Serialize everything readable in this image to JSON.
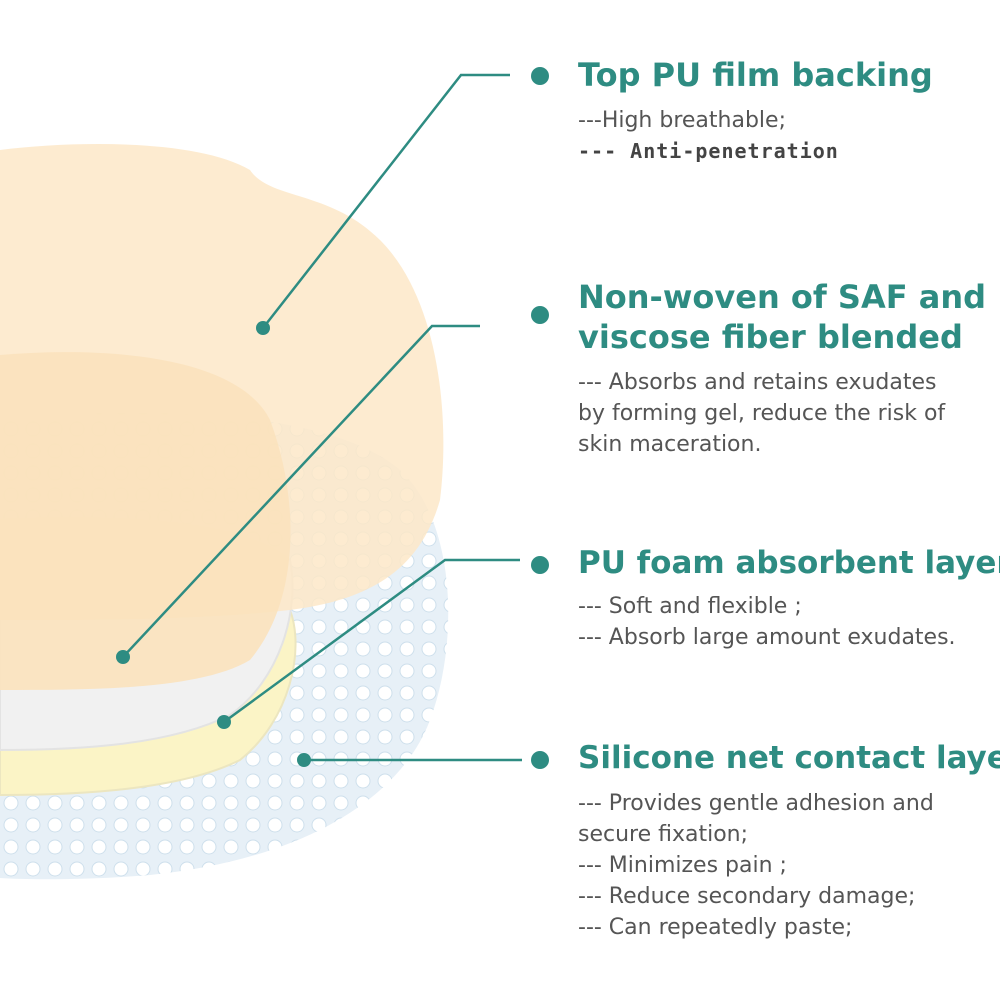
{
  "colors": {
    "accent": "#2e8c82",
    "film": "#fdecd0",
    "foam": "#fbf3c8",
    "net": "#dde9f3",
    "saf": "#efefef"
  },
  "layers": [
    {
      "title": "Top  PU film backing",
      "lines": [
        "---High breathable;",
        "--- Anti-penetration"
      ]
    },
    {
      "title_lines": [
        "Non-woven of SAF and",
        "viscose fiber blended"
      ],
      "lines": [
        "--- Absorbs and retains exudates",
        "by forming gel, reduce the risk of",
        "skin maceration."
      ]
    },
    {
      "title": "PU foam absorbent layer",
      "lines": [
        "--- Soft and flexible ;",
        "--- Absorb large amount exudates."
      ]
    },
    {
      "title": "Silicone net contact layer",
      "lines": [
        "--- Provides gentle adhesion and",
        "secure fixation;",
        "--- Minimizes pain ;",
        "--- Reduce secondary damage;",
        "--- Can repeatedly paste;"
      ]
    }
  ]
}
